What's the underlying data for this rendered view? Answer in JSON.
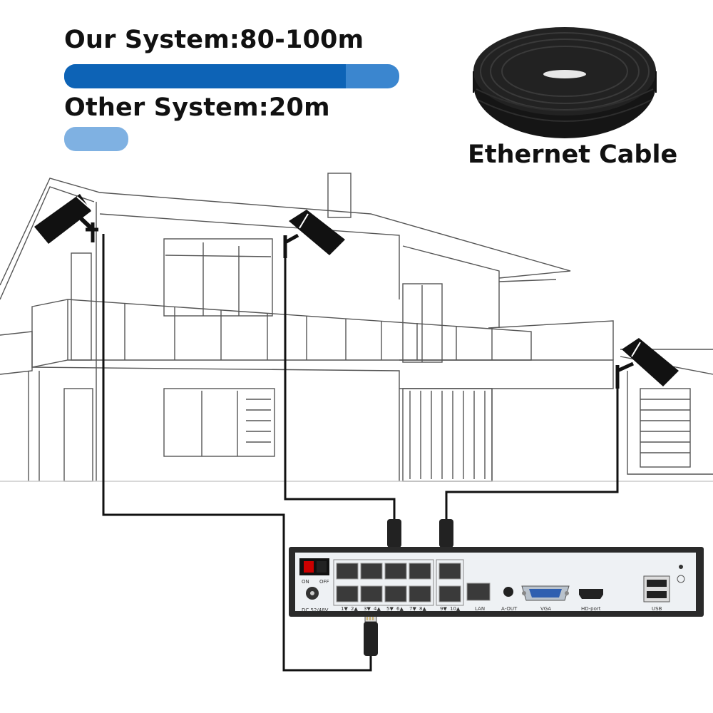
{
  "comparison": {
    "ours_label": "Our System:80-100m",
    "other_label": "Other System:20m",
    "colors": {
      "ours_dark": "#0d63b6",
      "ours_light": "#3b86cf",
      "other": "#7fb1e2"
    }
  },
  "cable": {
    "label": "Ethernet Cable",
    "color": "#1a1a1a"
  },
  "nvr": {
    "power_switch": {
      "on": "ON",
      "off": "OFF"
    },
    "dc_label": "DC 52/48V",
    "port_labels": [
      "1▼",
      "2▲",
      "3▼",
      "4▲",
      "5▼",
      "6▲",
      "7▼",
      "8▲",
      "9▼",
      "10▲"
    ],
    "lan_label": "LAN",
    "audio_label": "A-OUT",
    "vga_label": "VGA",
    "hdmi_label": "HD-port",
    "usb_label": "USB"
  },
  "icons": [
    "camera-icon",
    "rj45-connector-icon",
    "vga-port-icon",
    "hdmi-port-icon",
    "usb-port-icon"
  ]
}
